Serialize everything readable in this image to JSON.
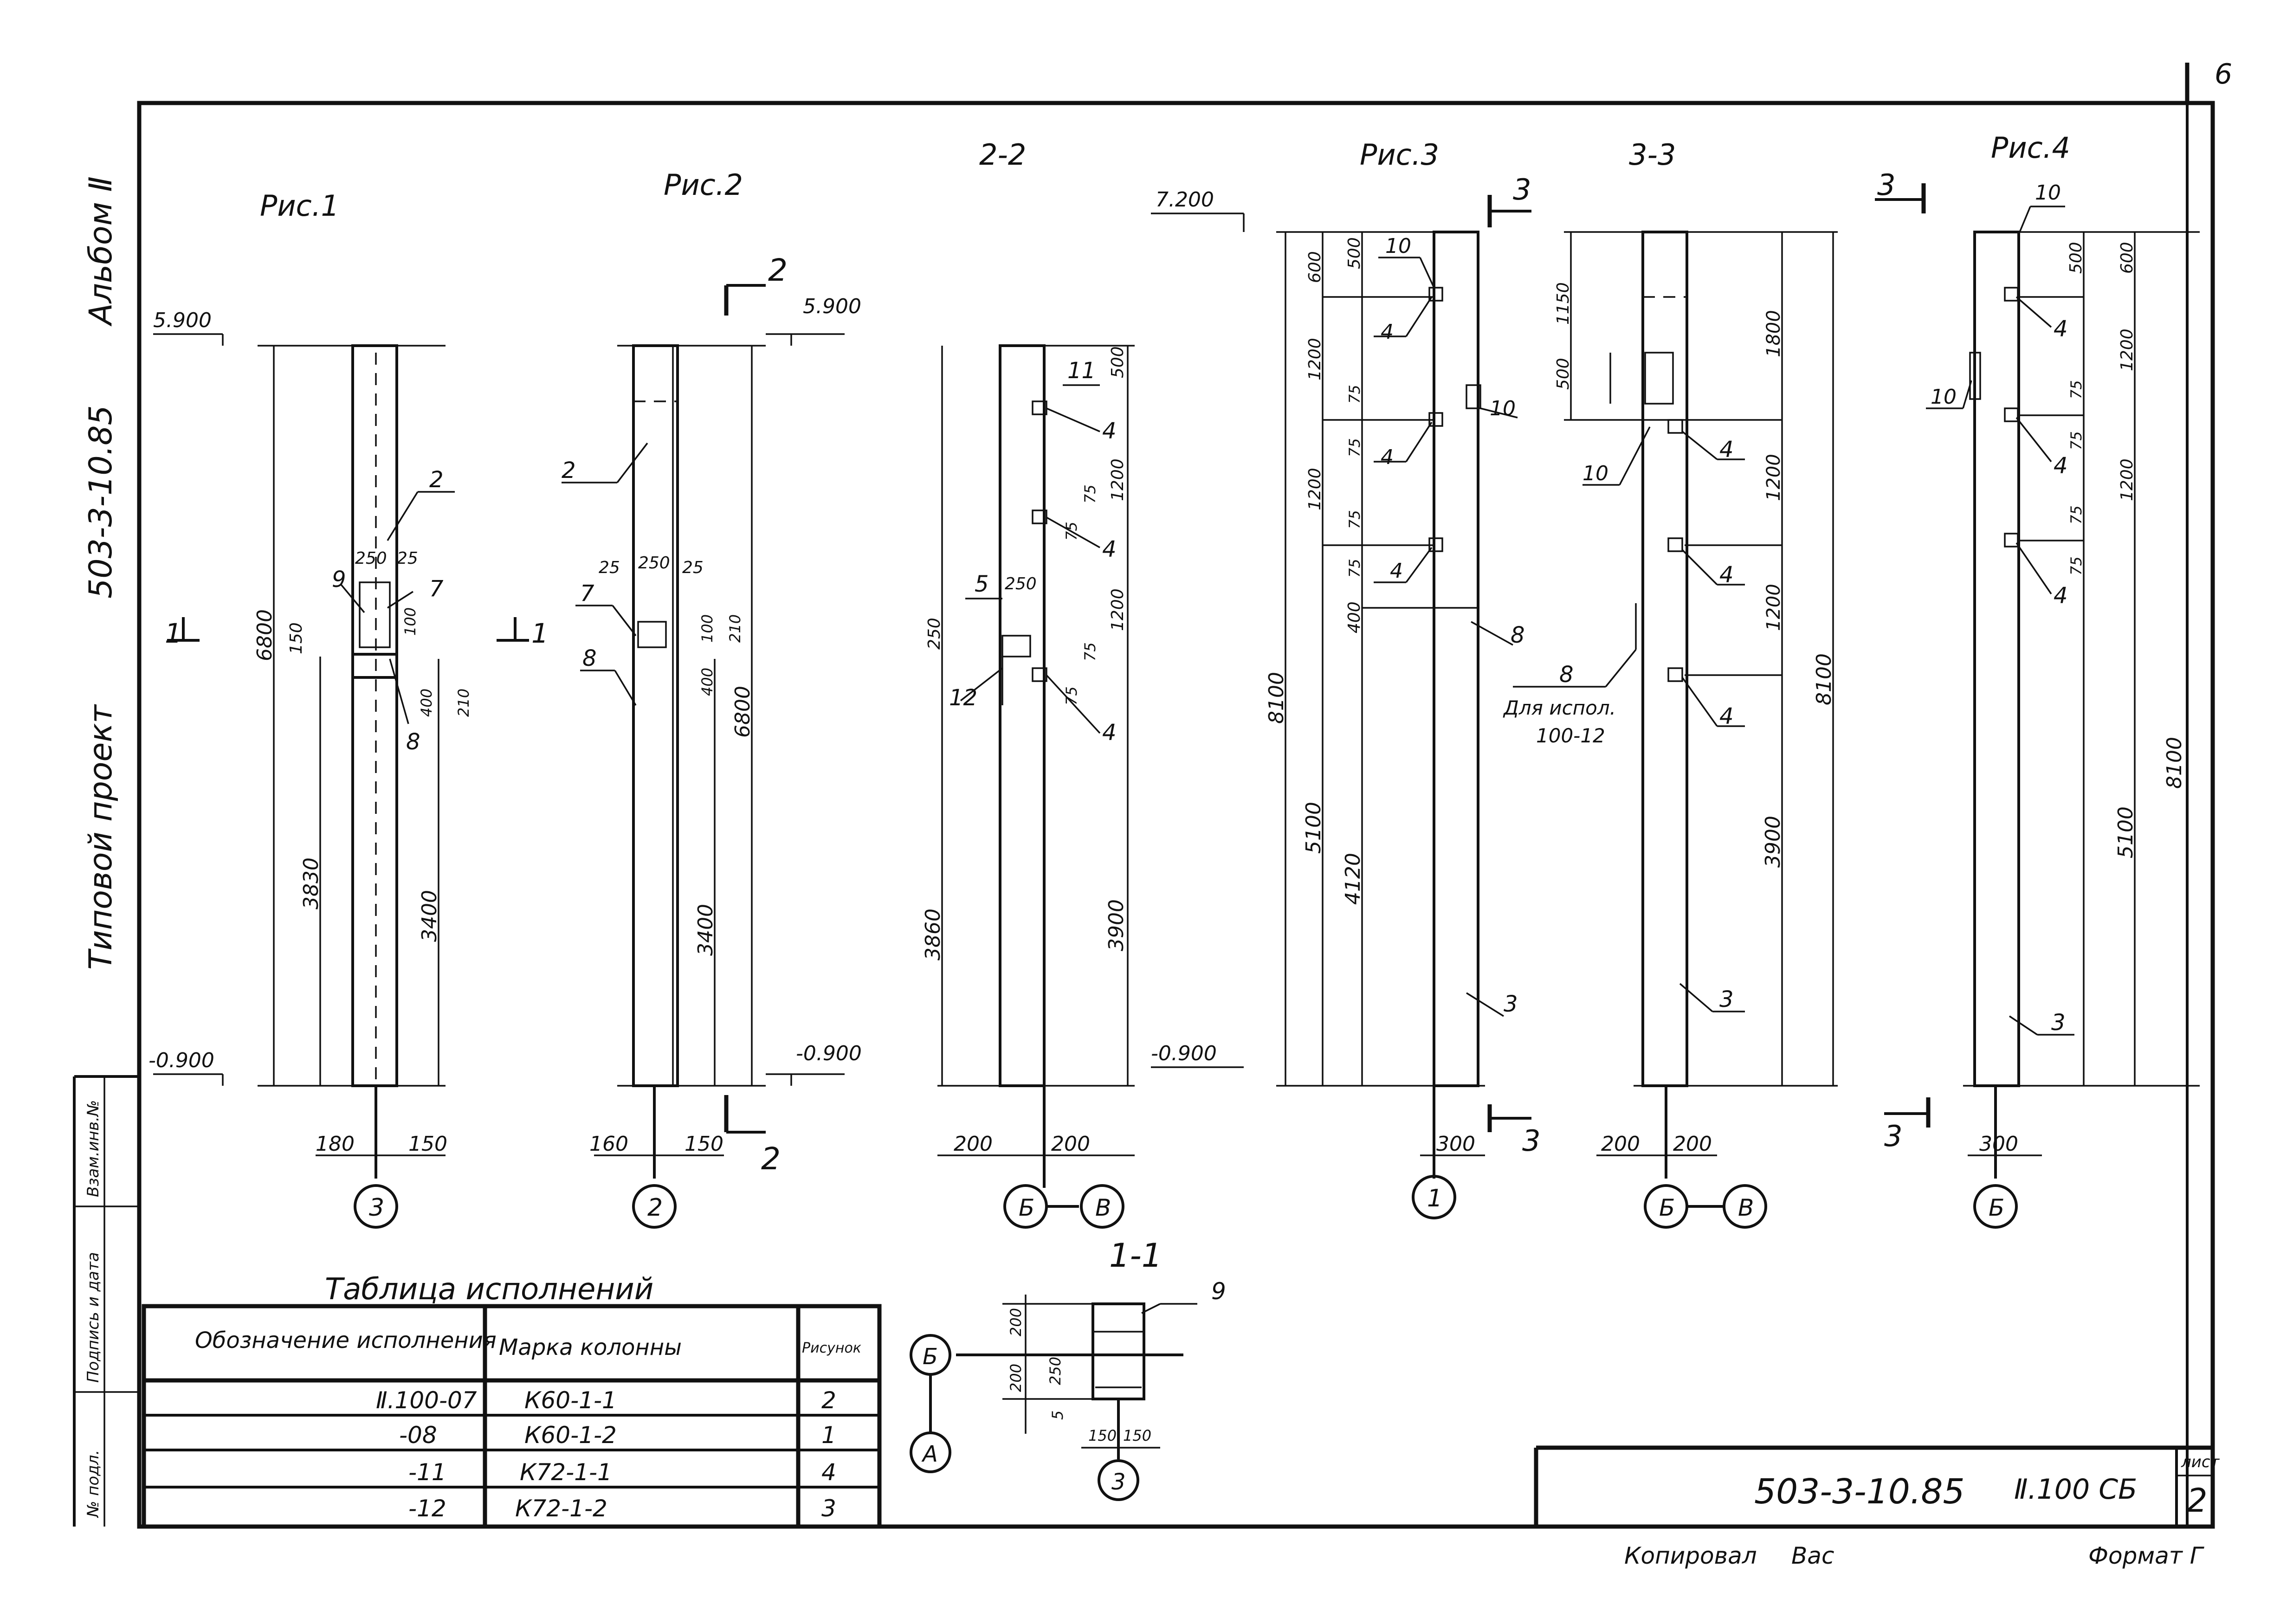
{
  "sheet": {
    "corner_mark": "6",
    "sheet_label": "лист",
    "sheet_number": "2",
    "code": "503-3-10.85",
    "doc_code": "Ⅱ.100 СБ",
    "copied_by": "Копировал",
    "copied_sign": "Вас",
    "format_label": "Формат Г"
  },
  "side": {
    "typical_project": "Типовой проект",
    "project_code": "503-3-10.85",
    "album": "Альбом Ⅱ",
    "stamp_inv_sub": "Взам.инв.№",
    "stamp_sign_date": "Подпись и дата",
    "stamp_inv_orig": "№ подл."
  },
  "figures": {
    "fig1": {
      "title": "Рис.1",
      "top_level": "5.900",
      "bottom_level": "-0.900",
      "total": "6800",
      "lower": "3830",
      "bottom_part": "3400",
      "w_left": "180",
      "w_right": "150",
      "d250": "250",
      "d25": "25",
      "d150": "150",
      "d100": "100",
      "d400": "400",
      "d210": "210",
      "p2": "2",
      "p7": "7",
      "p8": "8",
      "p9": "9",
      "section_marker": "1",
      "axis": "3"
    },
    "fig2": {
      "title": "Рис.2",
      "top_level": "5.900",
      "bottom_level": "-0.900",
      "total": "6800",
      "lower": "3400",
      "w_left": "160",
      "w_right": "150",
      "d25a": "25",
      "d250": "250",
      "d25b": "25",
      "d100": "100",
      "d210": "210",
      "d400": "400",
      "p2": "2",
      "p7": "7",
      "p8": "8",
      "section_marker": "2",
      "axis": "2"
    },
    "sec22": {
      "title": "2-2",
      "d500": "500",
      "d1200a": "1200",
      "d1200b": "1200",
      "d75a": "75",
      "d75b": "75",
      "d75c": "75",
      "d75d": "75",
      "d250a": "250",
      "d250b": "250",
      "lower": "3860",
      "bottom_part": "3900",
      "w_left": "200",
      "w_right": "200",
      "p4a": "4",
      "p4b": "4",
      "p4c": "4",
      "p5": "5",
      "p11": "11",
      "p12": "12",
      "axis_b": "Б",
      "axis_v": "В"
    },
    "fig3": {
      "title": "Рис.3",
      "top_level": "7.200",
      "bottom_level": "-0.900",
      "d600": "600",
      "d500": "500",
      "d1200a": "1200",
      "d1200b": "1200",
      "d75a": "75",
      "d75b": "75",
      "d75c": "75",
      "d75d": "75",
      "d400": "400",
      "total": "8100",
      "d5100": "5100",
      "d4120": "4120",
      "width": "300",
      "p10a": "10",
      "p10b": "10",
      "p4a": "4",
      "p4b": "4",
      "p4c": "4",
      "p8": "8",
      "p3": "3",
      "section_marker": "3",
      "axis": "1"
    },
    "sec33": {
      "title": "3-3",
      "d1150": "1150",
      "d500": "500",
      "d1800": "1800",
      "d1200a": "1200",
      "d1200b": "1200",
      "total": "8100",
      "d3900": "3900",
      "w_left": "200",
      "w_right": "200",
      "p10": "10",
      "p4a": "4",
      "p4b": "4",
      "p4c": "4",
      "p8": "8",
      "p8_note": "Для испол.",
      "p8_note2": "100-12",
      "p3": "3",
      "axis_b": "Б",
      "axis_v": "В"
    },
    "fig4": {
      "title": "Рис.4",
      "d500": "500",
      "d600": "600",
      "d1200a": "1200",
      "d1200b": "1200",
      "d75a": "75",
      "d75b": "75",
      "d75c": "75",
      "d75d": "75",
      "d5100": "5100",
      "total": "8100",
      "width": "300",
      "p10a": "10",
      "p10b": "10",
      "p4a": "4",
      "p4b": "4",
      "p4c": "4",
      "p3": "3",
      "section_marker": "3",
      "axis": "Б"
    },
    "sec11": {
      "title": "1-1",
      "d200a": "200",
      "d200b": "200",
      "d250": "250",
      "d5": "5",
      "d150a": "150",
      "d150b": "150",
      "p9": "9",
      "axis_b": "Б",
      "axis_a": "А",
      "axis_3": "3"
    }
  },
  "table": {
    "title": "Таблица исполнений",
    "headers": [
      "Обозначение исполнения",
      "Марка колонны",
      "Рисунок"
    ],
    "rows": [
      [
        "Ⅱ.100-07",
        "К60-1-1",
        "2"
      ],
      [
        "-08",
        "К60-1-2",
        "1"
      ],
      [
        "-11",
        "К72-1-1",
        "4"
      ],
      [
        "-12",
        "К72-1-2",
        "3"
      ]
    ]
  }
}
